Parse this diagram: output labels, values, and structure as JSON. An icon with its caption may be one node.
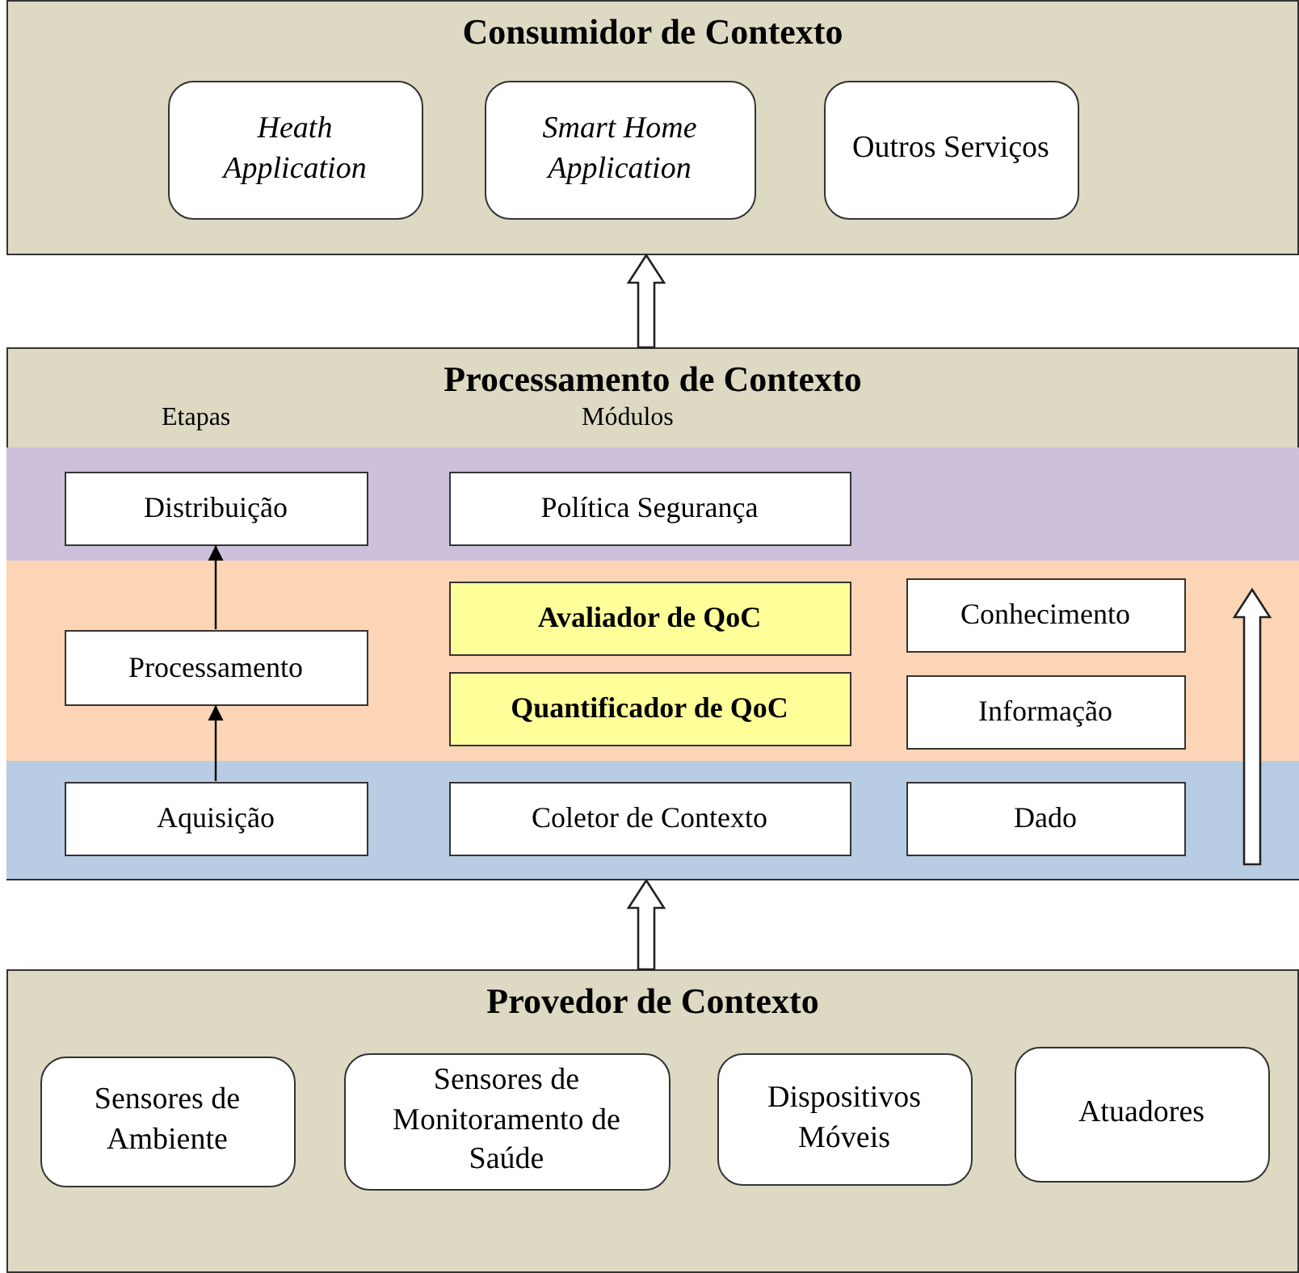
{
  "diagram": {
    "nodes": [
      {
        "text": [
          "Consumidor de Contexto"
        ]
      },
      {
        "text": [
          "Heath Application"
        ],
        "in": 0
      },
      {
        "text": [
          "Smart Home Application"
        ],
        "in": 0
      },
      {
        "text": [
          "Outros Serviços"
        ],
        "in": 0
      },
      {
        "text": [
          "Processamento de Contexto"
        ]
      },
      {
        "text": [],
        "shape": "band",
        "in": 4
      },
      {
        "text": [],
        "shape": "band",
        "in": 4
      },
      {
        "text": [],
        "shape": "band",
        "in": 4
      },
      {
        "text": [
          "Distribuição"
        ],
        "in": 5
      },
      {
        "text": [
          "Política Segurança"
        ],
        "in": 5
      },
      {
        "text": [
          "Processamento"
        ],
        "in": 6
      },
      {
        "text": [
          "Avaliador de QoC"
        ],
        "in": 6
      },
      {
        "text": [
          "Quantificador de QoC"
        ],
        "in": 6
      },
      {
        "text": [
          "Conhecimento"
        ],
        "in": 6
      },
      {
        "text": [
          "Informação"
        ],
        "in": 6
      },
      {
        "text": [
          "Aquisição"
        ],
        "in": 7
      },
      {
        "text": [
          "Coletor de Contexto"
        ],
        "in": 7
      },
      {
        "text": [
          "Dado"
        ],
        "in": 7
      },
      {
        "text": [
          "Provedor de Contexto"
        ]
      },
      {
        "text": [
          "Sensores de Ambiente"
        ],
        "in": 18
      },
      {
        "text": [
          "Sensores de Monitoramento de Saúde"
        ],
        "in": 18
      },
      {
        "text": [
          "Dispositivos Móveis"
        ],
        "in": 18
      },
      {
        "text": [
          "Atuadores"
        ],
        "in": 18
      }
    ],
    "edges": [
      {
        "from": 4,
        "to": 0,
        "arrow": "to",
        "style": "thick"
      },
      {
        "from": 18,
        "to": 4,
        "arrow": "to",
        "style": "thick"
      },
      {
        "from": 15,
        "to": 10,
        "arrow": "to"
      },
      {
        "from": 10,
        "to": 8,
        "arrow": "to"
      }
    ],
    "labels": [
      "Etapas",
      "Módulos"
    ]
  }
}
